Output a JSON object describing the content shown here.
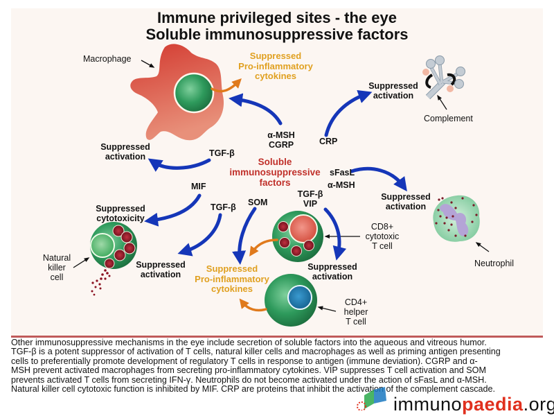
{
  "title": {
    "line1": "Immune privileged sites - the eye",
    "line2": "Soluble immunosuppressive factors"
  },
  "center_label": {
    "line1": "Soluble",
    "line2": "immunosuppressive",
    "line3": "factors"
  },
  "cells": {
    "macrophage": "Macrophage",
    "complement": "Complement",
    "natural_killer": [
      "Natural",
      "killer",
      "cell"
    ],
    "cd8": [
      "CD8+",
      "cytotoxic",
      "T cell"
    ],
    "cd4": [
      "CD4+",
      "helper",
      "T cell"
    ],
    "neutrophil": "Neutrophil"
  },
  "factors": {
    "msh_cgrp": [
      "α-MSH",
      "CGRP"
    ],
    "crp": "CRP",
    "tgf_macrophage": "TGF-β",
    "mif": "MIF",
    "tgf_nk": "TGF-β",
    "som": "SOM",
    "tgf_vip": [
      "TGF-β",
      "VIP"
    ],
    "sfasl": "sFasL",
    "msh_neutrophil": "α-MSH"
  },
  "outcomes": {
    "macrophage_cytokines": [
      "Suppressed",
      "Pro-inflammatory",
      "cytokines"
    ],
    "complement_activation": [
      "Suppressed",
      "activation"
    ],
    "macrophage_activation": [
      "Suppressed",
      "activation"
    ],
    "nk_cytotoxicity": [
      "Suppressed",
      "cytotoxicity"
    ],
    "nk_activation": [
      "Suppressed",
      "activation"
    ],
    "tcell_cytokines": [
      "Suppressed",
      "Pro-inflammatory",
      "cytokines"
    ],
    "cd8_activation": [
      "Suppressed",
      "activation"
    ],
    "neutrophil_activation": [
      "Suppressed",
      "activation"
    ]
  },
  "caption": {
    "lines": [
      "Other immunosuppressive mechanisms in the eye include secretion of soluble factors into the aqueous and vitreous humor.",
      "TGF-β is a potent suppressor of activation of T cells, natural killer cells and macrophages as well as priming antigen presenting",
      "cells to preferentially promote development of regulatory T cells in response to antigen (immune deviation). CGRP and  α-",
      "MSH prevent activated macrophages from secreting pro-inflammatory cytokines. VIP suppresses T cell activation and SOM",
      "prevents activated T cells from secreting IFN-γ. Neutrophils do not become activated under the action of sFasL and α-MSH.",
      "Natural killer cell cytotoxic function is inhibited by MIF. CRP are proteins that inhibit the activation of the complement cascade."
    ]
  },
  "logo": {
    "part1": "immuno",
    "part2": "paedia",
    "part3": ".org"
  },
  "colors": {
    "arrow_blue": "#1536b8",
    "arrow_orange": "#e07a1c",
    "cell_green": "#2e9a5c",
    "macrophage_red": "#d24a3a",
    "outcome_orange": "#e0a020",
    "center_red": "#c0302a",
    "brand_red": "#e0301e"
  }
}
